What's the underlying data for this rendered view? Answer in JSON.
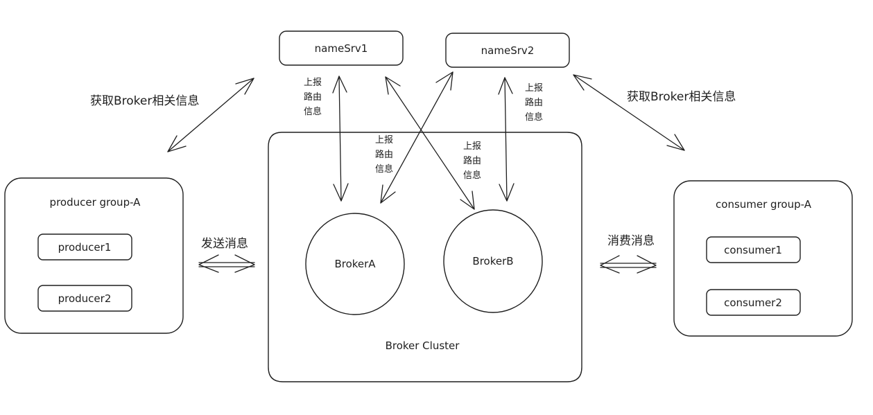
{
  "nodes": {
    "namesrv1": "nameSrv1",
    "namesrv2": "nameSrv2",
    "producer_group": "producer group-A",
    "producer1": "producer1",
    "producer2": "producer2",
    "broker_a": "BrokerA",
    "broker_b": "BrokerB",
    "broker_cluster": "Broker Cluster",
    "consumer_group": "consumer group-A",
    "consumer1": "consumer1",
    "consumer2": "consumer2"
  },
  "edges": {
    "get_info_left": "获取Broker相关信息",
    "get_info_right": "获取Broker相关信息",
    "send_msg": "发送消息",
    "consume_msg": "消费消息",
    "report_route": [
      "上报",
      "路由",
      "信息"
    ]
  }
}
